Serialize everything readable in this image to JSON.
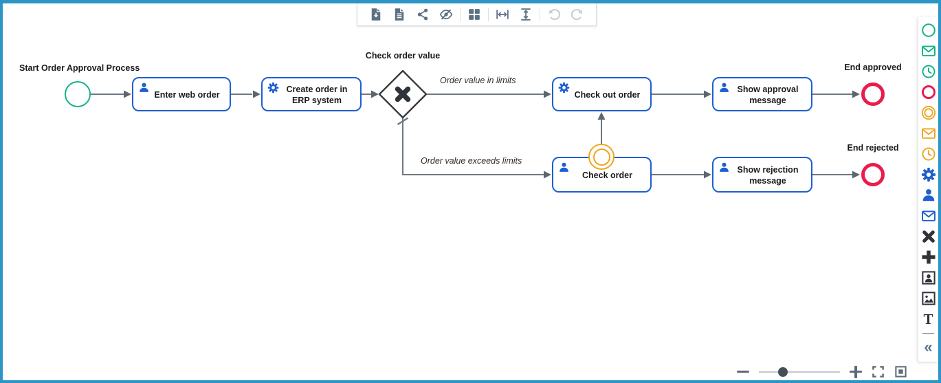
{
  "toolbar": {
    "icons": [
      "export-file",
      "document",
      "share",
      "hide-elements",
      "grid",
      "fit-width",
      "fit-height",
      "undo",
      "redo"
    ]
  },
  "diagram": {
    "start_event": {
      "label": "Start Order Approval Process"
    },
    "gateway": {
      "label": "Check order value"
    },
    "tasks": [
      {
        "label": "Enter web order",
        "icon": "user"
      },
      {
        "label": "Create order in ERP system",
        "icon": "gear"
      },
      {
        "label": "Check out order",
        "icon": "gear"
      },
      {
        "label": "Check order",
        "icon": "user"
      },
      {
        "label": "Show approval message",
        "icon": "user"
      },
      {
        "label": "Show rejection message",
        "icon": "user"
      }
    ],
    "flows": [
      {
        "label": "Order value in limits"
      },
      {
        "label": "Order value exceeds limits"
      }
    ],
    "end_events": [
      {
        "label": "End approved"
      },
      {
        "label": "End rejected"
      }
    ],
    "boundary_event": {
      "type": "intermediate-catch"
    }
  },
  "palette": {
    "items": [
      "start-event",
      "message-start-event",
      "timer-start-event",
      "end-event",
      "intermediate-event",
      "message-intermediate-event",
      "timer-intermediate-event",
      "service-task",
      "user-task",
      "send-task",
      "exclusive-gateway",
      "parallel-gateway",
      "user-picture",
      "picture",
      "text-annotation",
      "collapse-palette"
    ],
    "text_annotation_glyph": "T",
    "collapse_glyph": "«"
  },
  "zoom_controls": {
    "items": [
      "zoom-out",
      "zoom-slider",
      "zoom-in",
      "fullscreen",
      "fit-viewport"
    ],
    "slider_position": "30%"
  },
  "colors": {
    "frame": "#2E94C5",
    "start_event": "#12B288",
    "end_event": "#EA1B4D",
    "intermediate_event": "#EFA51D",
    "task_stroke": "#1D5FD0",
    "gateway_stroke": "#3A3A3A",
    "connector": "#6E7880",
    "toolbar_icon": "#5D7183"
  }
}
